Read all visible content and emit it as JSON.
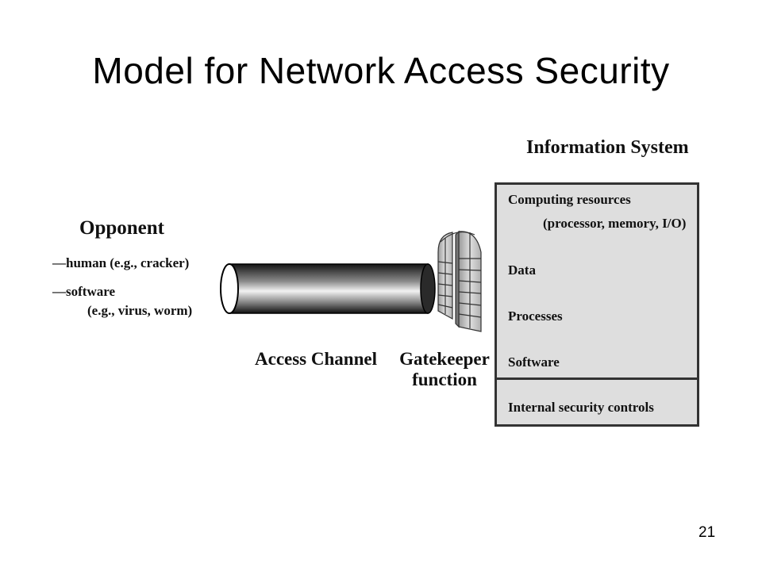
{
  "slide": {
    "title": "Model for Network Access Security",
    "page_number": "21"
  },
  "opponent": {
    "heading": "Opponent",
    "items": [
      {
        "prefix": "—",
        "text": "human (e.g., cracker)"
      },
      {
        "prefix": "—",
        "text": "software"
      },
      {
        "prefix": "",
        "text": "(e.g., virus, worm)"
      }
    ]
  },
  "channel": {
    "label": "Access Channel"
  },
  "gatekeeper": {
    "line1": "Gatekeeper",
    "line2": "function"
  },
  "information_system": {
    "title": "Information System",
    "items": [
      {
        "text": "Computing resources"
      },
      {
        "text": "(processor, memory, I/O)"
      },
      {
        "text": "Data"
      },
      {
        "text": "Processes"
      },
      {
        "text": "Software"
      }
    ],
    "controls": "Internal security controls"
  }
}
